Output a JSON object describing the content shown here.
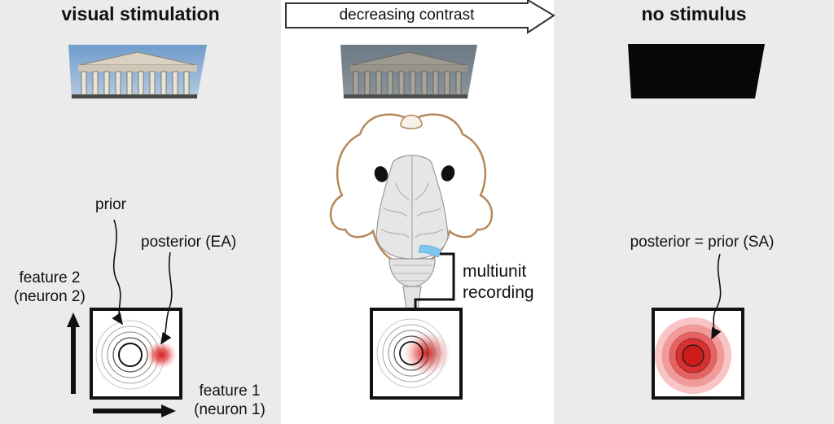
{
  "left": {
    "title": "visual stimulation",
    "prior_label": "prior",
    "posterior_label": "posterior (EA)",
    "feature2_line1": "feature 2",
    "feature2_line2": "(neuron 2)",
    "feature1_line1": "feature 1",
    "feature1_line2": "(neuron 1)"
  },
  "middle": {
    "arrow_label": "decreasing contrast",
    "recording_line1": "multiunit",
    "recording_line2": "recording"
  },
  "right": {
    "title": "no stimulus",
    "posterior_label": "posterior = prior (SA)"
  },
  "colors": {
    "panel_gray": "#ebebeb",
    "posterior_red": "#d62020",
    "brain_outline": "#b5885a",
    "recording_site": "#7ec8ef"
  },
  "icons": {
    "stimulus": "temple-photo-icon",
    "animal": "ferret-brain-icon"
  }
}
